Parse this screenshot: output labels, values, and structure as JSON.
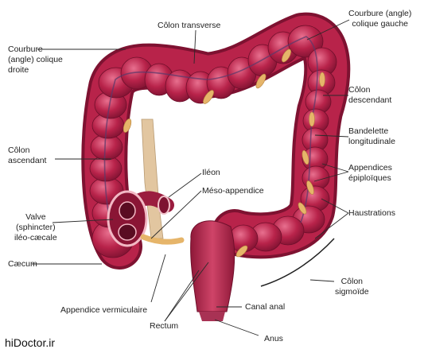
{
  "colors": {
    "colon": "#b8234a",
    "colon_dark": "#7e1231",
    "colon_light": "#e0607f",
    "appendages": "#e6b56a",
    "mesentery": "#e2c6a0",
    "leader": "#2a2a2a"
  },
  "labels": {
    "transverse": "Côlon transverse",
    "left_flexure": "Courbure (angle)\ncolique gauche",
    "right_flexure": "Courbure\n(angle) colique\ndroite",
    "descending": "Côlon\ndescendant",
    "taenia": "Bandelette\nlongitudinale",
    "ascending": "Côlon\nascendant",
    "ileum": "Iléon",
    "mesoappendix": "Méso-appendice",
    "epiploic": "Appendices\népiploïques",
    "haustra": "Haustrations",
    "valve": "Valve\n(sphincter)\niléo-cæcale",
    "caecum": "Cæcum",
    "sigmoid": "Côlon\nsigmoïde",
    "appendix": "Appendice vermiculaire",
    "anal_canal": "Canal anal",
    "rectum": "Rectum",
    "anus": "Anus"
  },
  "watermark": "hiDoctor.ir"
}
